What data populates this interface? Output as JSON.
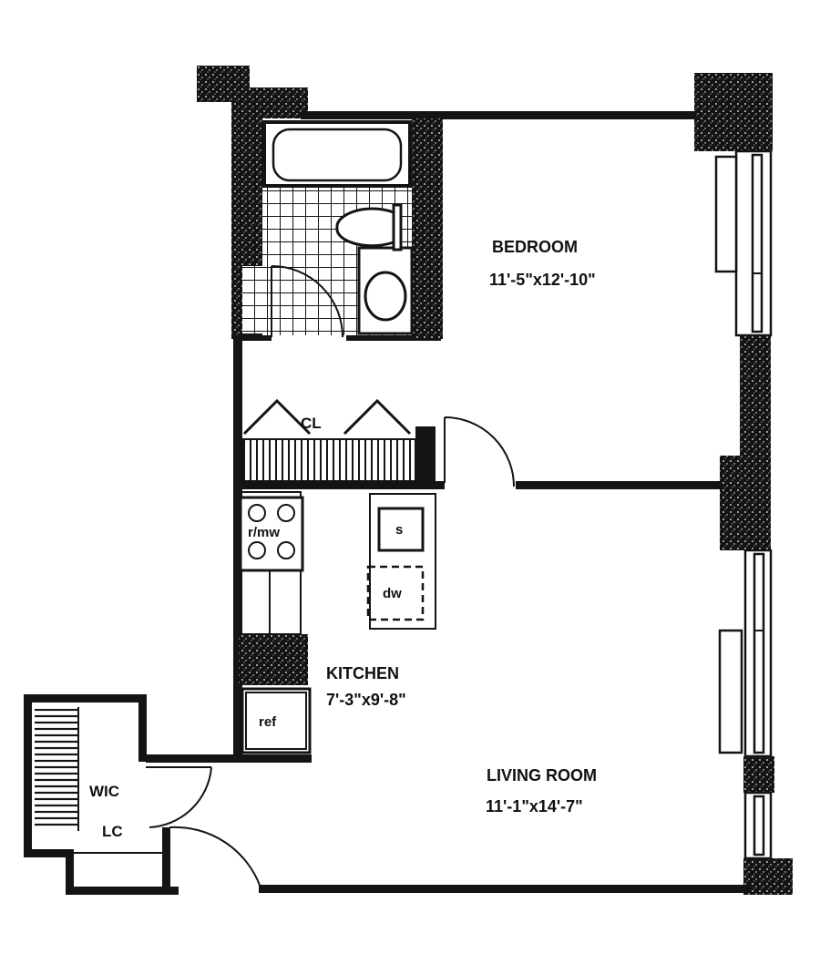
{
  "rooms": {
    "bedroom": {
      "name": "BEDROOM",
      "dims": "11'-5\"x12'-10\""
    },
    "living_room": {
      "name": "LIVING ROOM",
      "dims": "11'-1\"x14'-7\""
    },
    "kitchen": {
      "name": "KITCHEN",
      "dims": "7'-3\"x9'-8\""
    },
    "closet": {
      "name": "CL"
    },
    "walk_in_closet": {
      "name": "WIC"
    },
    "linen_closet": {
      "name": "LC"
    }
  },
  "fixtures": {
    "range_microwave": "r/mw",
    "sink": "s",
    "dishwasher": "dw",
    "refrigerator": "ref"
  },
  "colors": {
    "ink": "#141414",
    "paper": "#ffffff"
  }
}
